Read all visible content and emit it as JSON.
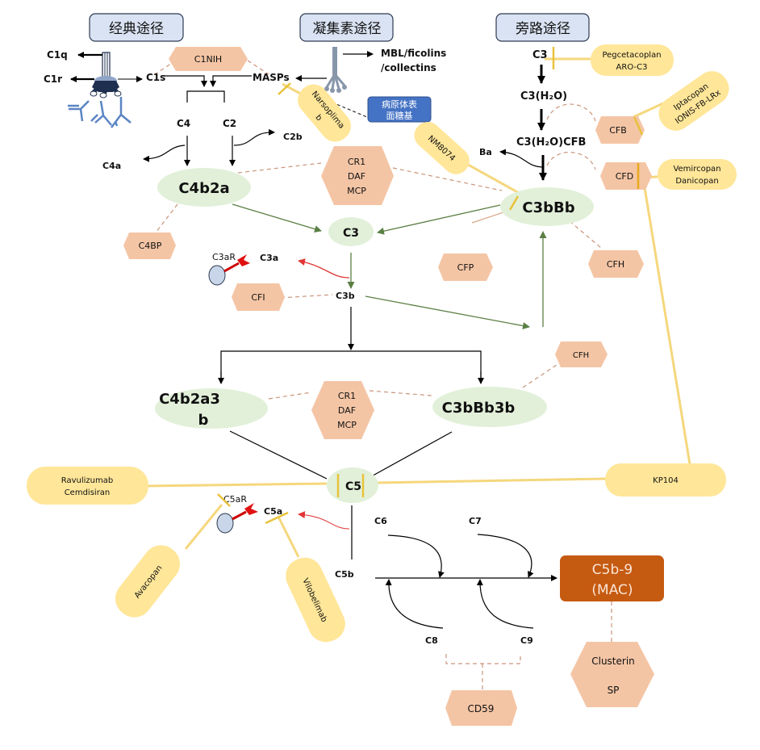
{
  "colors": {
    "pathway_box_fill": "#dae3f3",
    "pathway_box_stroke": "#2f3b52",
    "complex_fill": "#e2f0d9",
    "regulator_fill": "#f4c5a5",
    "drug_fill": "#ffe699",
    "drug_line": "#f5d77d",
    "inhibit_bar": "#e8c23a",
    "green_arrow": "#5a7f43",
    "dashed": "#c9947a",
    "red_arrow": "#e23535",
    "mac_fill": "#c55a11",
    "pathogen_fill": "#4472c4",
    "receptor_fill": "#c9d6ea"
  },
  "pathways": {
    "classical": "经典途径",
    "lectin": "凝集素途径",
    "alternative": "旁路途径"
  },
  "pathogen_surface": [
    "病原体表",
    "面糖基"
  ],
  "classical": {
    "c1q": "C1q",
    "c1r": "C1r",
    "c1s": "C1s",
    "c4": "C4",
    "c2": "C2",
    "c4a": "C4a",
    "c2b": "C2b"
  },
  "lectin": {
    "masps": "MASPs",
    "mbl": [
      "MBL/ficolins",
      "/collectins"
    ]
  },
  "alternative": {
    "c3": "C3",
    "c3h2o": "C3(H₂O)",
    "c3h2ocfb": "C3(H₂O)CFB",
    "ba": "Ba"
  },
  "complexes": {
    "c4b2a": "C4b2a",
    "c3": "C3",
    "c3bbb": "C3bBb",
    "c4b2a3b": [
      "C4b2a3",
      "b"
    ],
    "c3bbb3b": "C3bBb3b",
    "c5": "C5"
  },
  "fragments": {
    "c3a": "C3a",
    "c3ar": "C3aR",
    "c3b": "C3b",
    "c5a": "C5a",
    "c5ar": "C5aR",
    "c5b": "C5b",
    "c6": "C6",
    "c7": "C7",
    "c8": "C8",
    "c9": "C9"
  },
  "regulators": {
    "c1nih": "C1NIH",
    "cr1_top": [
      "CR1",
      "DAF",
      "MCP"
    ],
    "c4bp": "C4BP",
    "cfi": "CFI",
    "cfp": "CFP",
    "cfh_top": "CFH",
    "cfb": "CFB",
    "cfd": "CFD",
    "cfh_mid": "CFH",
    "cr1_mid": [
      "CR1",
      "DAF",
      "MCP"
    ],
    "cd59": "CD59",
    "clusterin": [
      "Clusterin",
      "SP"
    ]
  },
  "drugs": {
    "pegcetacoplan": [
      "Pegcetacoplan",
      "ARO-C3"
    ],
    "iptacopan": [
      "Iptacopan",
      "IONIS-FB-LRx"
    ],
    "vemircopan": [
      "Vemircopan",
      "Danicopan"
    ],
    "narsoplimab": [
      "Narsoplima",
      "b"
    ],
    "nm8074": "NM8074",
    "ravulizumab": [
      "Ravulizumab",
      "Cemdisiran"
    ],
    "kp104": "KP104",
    "avacopan": "Avacopan",
    "vilobelimab": "Vilobelimab"
  },
  "mac": [
    "C5b-9",
    "(MAC)"
  ]
}
